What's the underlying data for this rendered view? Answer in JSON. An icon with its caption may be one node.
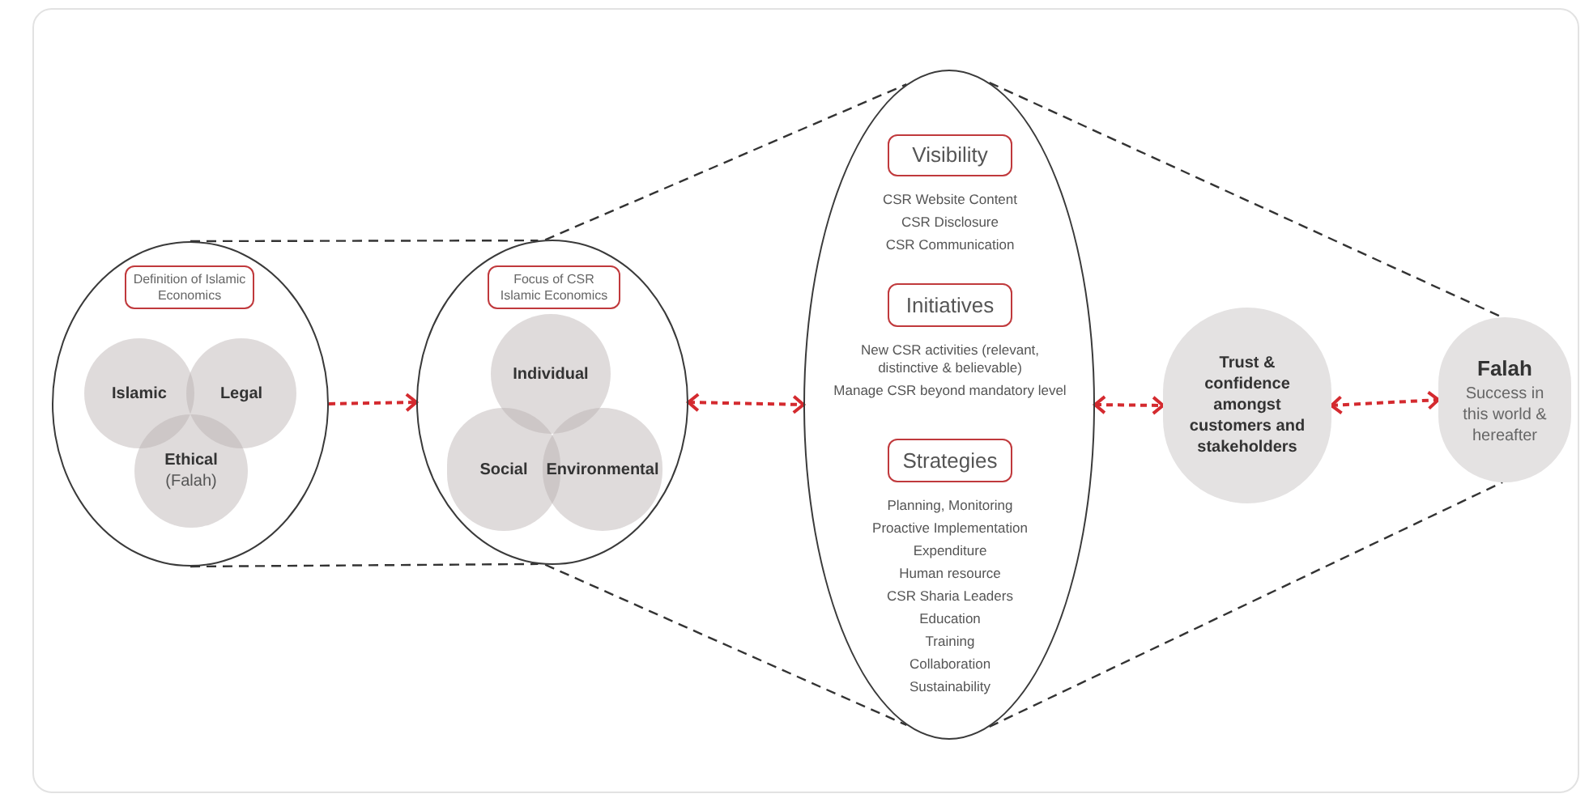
{
  "diagram": {
    "nodes": [
      {
        "text": [],
        "shape": "circle"
      },
      {
        "text": [
          "Definition of Islamic Economics"
        ],
        "in": 0
      },
      {
        "text": [
          "Islamic"
        ],
        "in": 0
      },
      {
        "text": [
          "Legal"
        ],
        "in": 0
      },
      {
        "text": [
          "Ethical",
          "(Falah)"
        ],
        "in": 0
      },
      {
        "text": [],
        "shape": "circle"
      },
      {
        "text": [
          "Focus of CSR Islamic Economics"
        ],
        "in": 5
      },
      {
        "text": [
          "Individual"
        ],
        "in": 5
      },
      {
        "text": [
          "Social"
        ],
        "in": 5
      },
      {
        "text": [
          "Environmental"
        ],
        "in": 5
      },
      {
        "text": [],
        "shape": "circle"
      },
      {
        "text": [
          "Visibility"
        ],
        "in": 10,
        "beside": [
          "CSR Website Content",
          "CSR Disclosure",
          "CSR Communication"
        ]
      },
      {
        "text": [
          "Initiatives"
        ],
        "in": 10,
        "beside": [
          "New CSR activities (relevant, distinctive & believable)",
          "Manage CSR beyond mandatory level"
        ]
      },
      {
        "text": [
          "Strategies"
        ],
        "in": 10,
        "beside": [
          "Planning, Monitoring",
          "Proactive Implementation",
          "Expenditure",
          "Human resource",
          "CSR Sharia Leaders",
          "Education",
          "Training",
          "Collaboration",
          "Sustainability"
        ]
      },
      {
        "text": [
          "Trust & confidence amongst customers and stakeholders"
        ]
      },
      {
        "text": [
          "Falah",
          "Success in this world & hereafter"
        ]
      }
    ],
    "edges": [
      {
        "from": 0,
        "to": 5,
        "arrow": "to",
        "style": "dashed",
        "color": "#d42a2f"
      },
      {
        "from": 5,
        "to": 10,
        "arrow": "both",
        "style": "dashed",
        "color": "#d42a2f"
      },
      {
        "from": 10,
        "to": 14,
        "arrow": "both",
        "style": "dashed",
        "color": "#d42a2f"
      },
      {
        "from": 14,
        "to": 15,
        "arrow": "both",
        "style": "dashed",
        "color": "#d42a2f"
      },
      {
        "from": 0,
        "to": 5,
        "arrow": "none",
        "style": "dashed"
      },
      {
        "from": 0,
        "to": 5,
        "arrow": "none",
        "style": "dashed"
      },
      {
        "from": 5,
        "to": 10,
        "arrow": "none",
        "style": "dashed"
      },
      {
        "from": 5,
        "to": 10,
        "arrow": "none",
        "style": "dashed"
      },
      {
        "from": 10,
        "to": 15,
        "arrow": "none",
        "style": "dashed"
      },
      {
        "from": 10,
        "to": 15,
        "arrow": "none",
        "style": "dashed"
      }
    ]
  }
}
